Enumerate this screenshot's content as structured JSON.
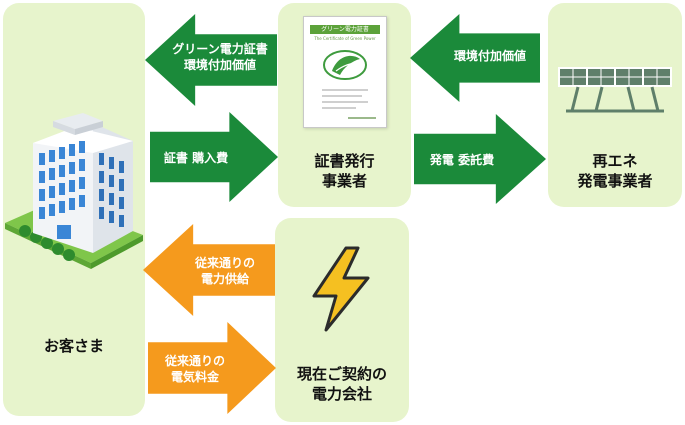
{
  "nodes": {
    "customer": {
      "label": "お客さま"
    },
    "issuer": {
      "label_line1": "証書発行",
      "label_line2": "事業者"
    },
    "renewable": {
      "label_line1": "再エネ",
      "label_line2": "発電事業者"
    },
    "utility": {
      "label_line1": "現在ご契約の",
      "label_line2": "電力会社"
    }
  },
  "arrows": {
    "green_cert_value": {
      "line1": "グリーン電力証書",
      "line2": "環境付加価値"
    },
    "cert_purchase": {
      "line1": "証書 購入費"
    },
    "env_value": {
      "line1": "環境付加価値"
    },
    "generation_fee": {
      "line1": "発電 委託費"
    },
    "power_supply": {
      "line1": "従来通りの",
      "line2": "電力供給"
    },
    "power_fee": {
      "line1": "従来通りの",
      "line2": "電気料金"
    }
  },
  "certificate": {
    "title": "グリーン電力証書",
    "subtitle": "The Certificate of Green Power"
  },
  "colors": {
    "box_bg": "#e7f4cc",
    "arrow_green": "#1b8a3a",
    "arrow_orange": "#f59a1d",
    "panel": "#5f7f6a",
    "lightning": "#f5c021"
  }
}
